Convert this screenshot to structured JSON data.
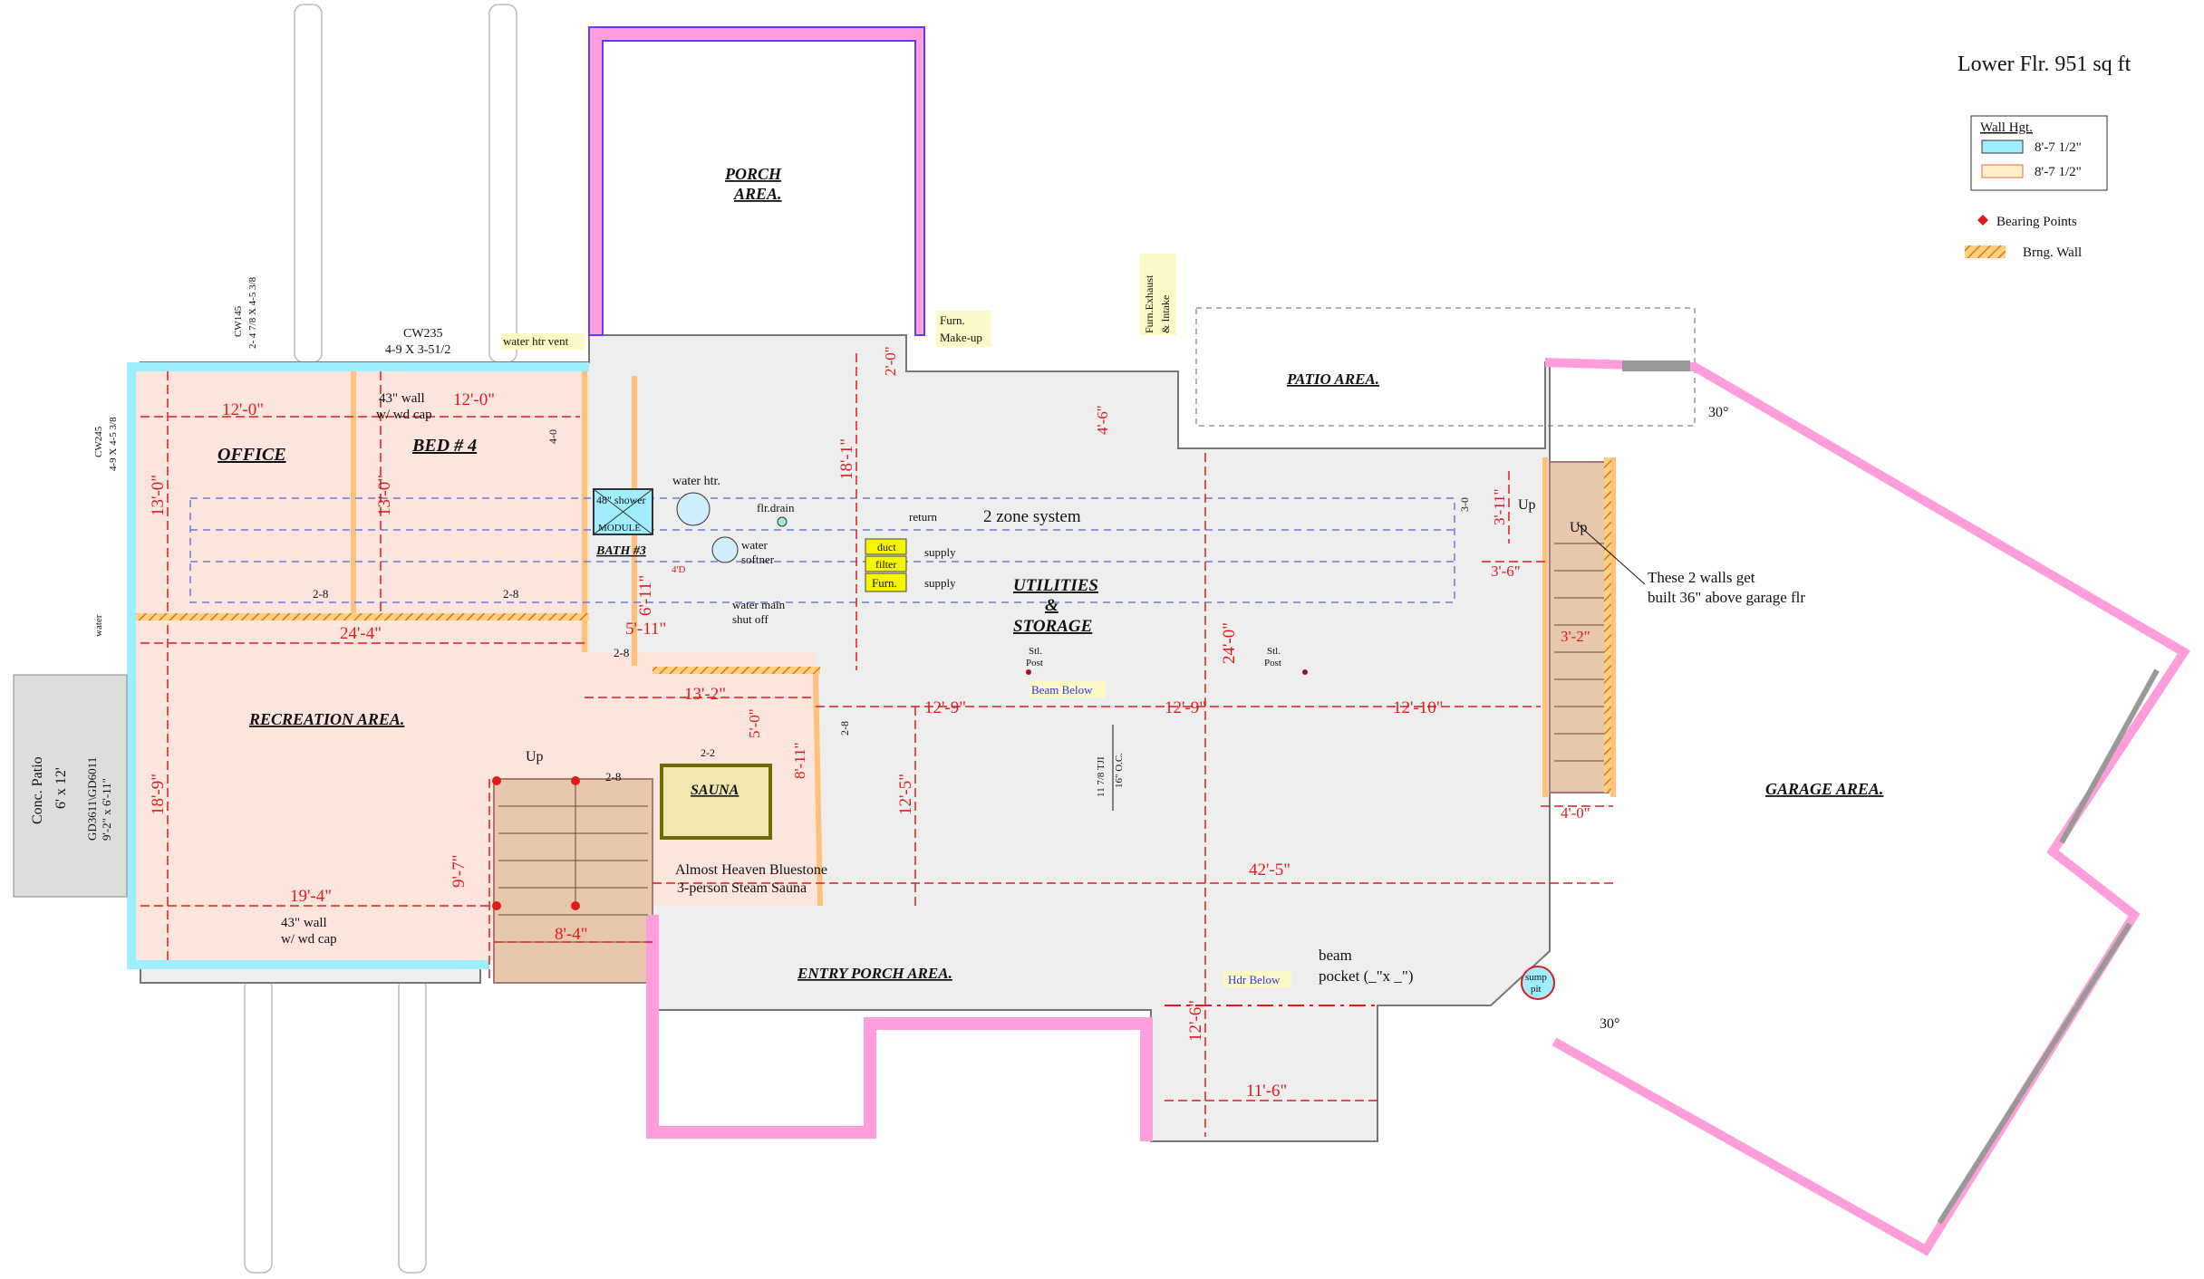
{
  "title": "Lower Flr.  951  sq ft",
  "legend": {
    "heading": "Wall Hgt.",
    "items": [
      {
        "label": "8'-7 1/2\"",
        "color": "#9eeeff"
      },
      {
        "label": "8'-7 1/2\"",
        "color": "#fff0cc"
      }
    ],
    "bearing_points": "Bearing Points",
    "brng_wall": "Brng. Wall"
  },
  "rooms": {
    "porch": "PORCH",
    "porch2": "AREA.",
    "patio": "PATIO  AREA.",
    "office": "OFFICE",
    "bed4": "BED # 4",
    "bath3": "BATH #3",
    "utilities": "UTILITIES",
    "amp": "&",
    "storage": "STORAGE",
    "recreation": "RECREATION AREA.",
    "sauna": "SAUNA",
    "garage": "GARAGE  AREA.",
    "entry_porch": "ENTRY PORCH  AREA."
  },
  "notes": {
    "water_htr_vent": "water htr vent",
    "furn_makeup_1": "Furn.",
    "furn_makeup_2": "Make-up",
    "furn_exhaust_1": "Furn.Exhaust",
    "furn_exhaust_2": "& Intake",
    "cw145": "CW145",
    "cw145_size": "2- 4 7/8 X 4-5 3/8",
    "cw235": "CW235",
    "cw235_size": "4-9 X 3-51/2",
    "cw245": "CW245",
    "cw245_size": "4-9 X 4-5 3/8",
    "wall43_1": "43\" wall",
    "wdcap_1": "w/ wd cap",
    "wall43_2": "43\" wall",
    "wdcap_2": "w/ wd cap",
    "water_htr": "water htr.",
    "flr_drain": "flr.drain",
    "water_soft_1": "water",
    "water_soft_2": "softner",
    "water_main_1": "water main",
    "water_main_2": "shut off",
    "shower": "48\" shower",
    "module": "MODULE",
    "return": "return",
    "zone": "2 zone system",
    "duct": "duct",
    "filter": "filter",
    "furn": "Furn.",
    "supply1": "supply",
    "supply2": "supply",
    "stl_post_1a": "Stl.",
    "stl_post_1b": "Post",
    "stl_post_2a": "Stl.",
    "stl_post_2b": "Post",
    "beam_below": "Beam Below",
    "tji_1": "11 7/8 TJI",
    "tji_2": "16\" O.C.",
    "walls_note_1": "These 2 walls get",
    "walls_note_2": "built 36\" above garage flr",
    "water": "water",
    "conc_patio_1": "Conc. Patio",
    "conc_patio_2": "6' x 12'",
    "gd_1": "GD3611\\GD6011",
    "gd_2": "9'-2\" x 6'-11\"",
    "up1": "Up",
    "up2": "Up",
    "up3": "Up",
    "sauna_1": "Almost Heaven Bluestone",
    "sauna_2": "3-person Steam Sauna",
    "beam_pocket_1": "beam",
    "beam_pocket_2": "pocket (_\"x _\")",
    "hdr_below": "Hdr Below",
    "sump_1": "sump",
    "sump_2": "pit",
    "angle1": "30°",
    "angle2": "30°",
    "door_40": "4-0",
    "door_28a": "2-8",
    "door_28b": "2-8",
    "door_28c": "2-8",
    "door_28d": "2-8",
    "door_28e": "2-8",
    "door_22": "2-2",
    "door_30": "3-0",
    "door_4d": "4'D"
  },
  "dims": {
    "d1": "12'-0\"",
    "d2": "12'-0\"",
    "d3": "13'-0\"",
    "d4": "13'-0\"",
    "d5": "24'-4\"",
    "d6": "5'-11\"",
    "d7": "6'-11\"",
    "d8": "18'-1\"",
    "d9": "2'-0\"",
    "d10": "4'-6\"",
    "d11": "13'-2\"",
    "d12": "5'-0\"",
    "d13": "8'-11\"",
    "d14": "12'-9\"",
    "d15": "12'-9\"",
    "d16": "12'-10\"",
    "d17": "24'-0\"",
    "d18": "12'-5\"",
    "d19": "18'-9\"",
    "d20": "19'-4\"",
    "d21": "9'-7\"",
    "d22": "8'-4\"",
    "d23": "42'-5\"",
    "d24": "12'-6\"",
    "d25": "11'-6\"",
    "d26": "3'-11\"",
    "d27": "3'-6\"",
    "d28": "3'-2\"",
    "d29": "4'-0\""
  }
}
